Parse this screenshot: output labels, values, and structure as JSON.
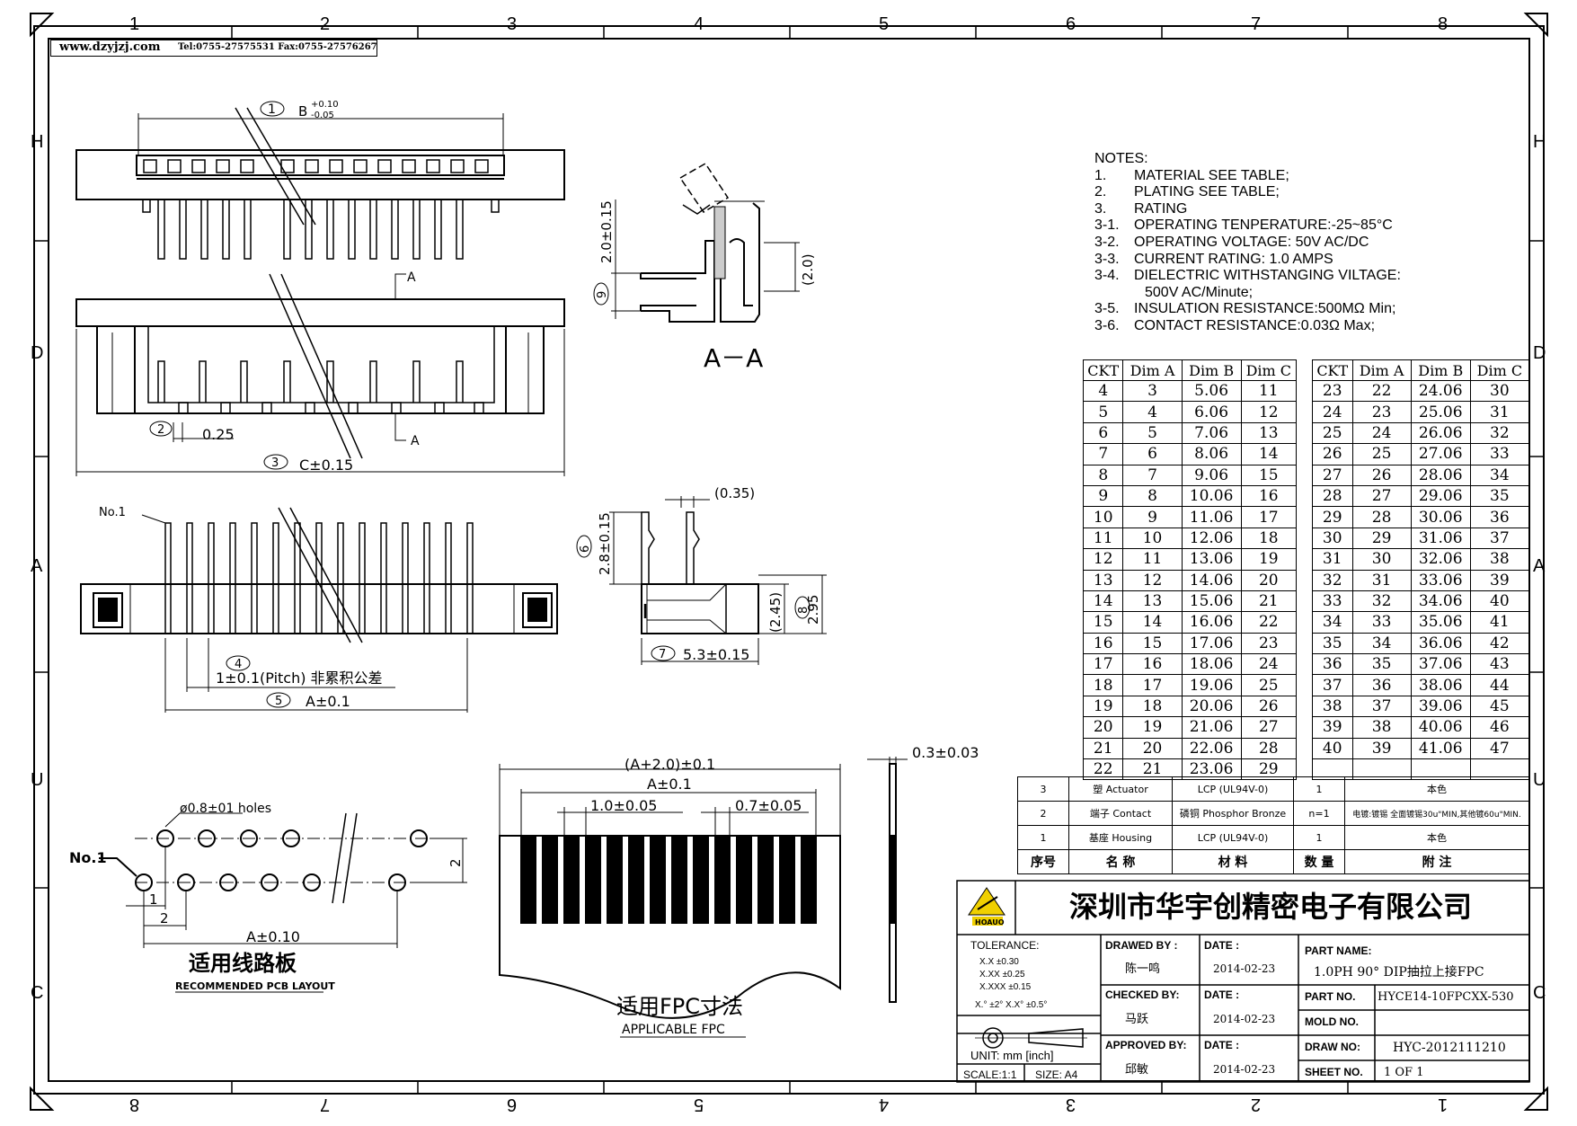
{
  "header": {
    "website": "www.dzyjzj.com",
    "contact": "Tel:0755-27575531  Fax:0755-27576267"
  },
  "border": {
    "top_numbers": [
      "1",
      "2",
      "3",
      "4",
      "5",
      "6",
      "7",
      "8"
    ],
    "bottom_numbers": [
      "8",
      "7",
      "6",
      "5",
      "4",
      "3",
      "2",
      "1"
    ],
    "left_letters": [
      "H",
      "D",
      "A",
      "U",
      "C"
    ],
    "right_letters": [
      "H",
      "D",
      "A",
      "U",
      "C"
    ]
  },
  "top_view": {
    "dim1_id": "1",
    "dim1_text": "B",
    "dim1_tol_plus": "+0.10",
    "dim1_tol_minus": "-0.05",
    "section_mark": "A",
    "dim2_id": "2",
    "dim2_text": "0.25",
    "dim3_id": "3",
    "dim3_text": "C±0.15"
  },
  "section_view": {
    "dim9_id": "9",
    "dim9_text": "2.0±0.15",
    "dim_ref": "(2.0)",
    "label": "A－A"
  },
  "front_view": {
    "no1_label": "No.1",
    "dim4_id": "4",
    "dim4_text": "1±0.1(Pitch) 非累积公差",
    "dim5_id": "5",
    "dim5_text": "A±0.1"
  },
  "side_view": {
    "dim_top": "(0.35)",
    "dim6_id": "6",
    "dim6_text": "2.8±0.15",
    "dim_245": "(2.45)",
    "dim8_id": "8",
    "dim8_text": "2.95",
    "dim7_id": "7",
    "dim7_text": "5.3±0.15"
  },
  "notes": {
    "title": "NOTES:",
    "lines": [
      {
        "num": "1.",
        "text": "MATERIAL  SEE  TABLE;"
      },
      {
        "num": "2.",
        "text": "PLATING  SEE  TABLE;"
      },
      {
        "num": "3.",
        "text": "RATING"
      },
      {
        "num": "3-1.",
        "text": "OPERATING  TENPERATURE:-25~85°C"
      },
      {
        "num": "3-2.",
        "text": "OPERATING  VOLTAGE:  50V  AC/DC"
      },
      {
        "num": "3-3.",
        "text": "CURRENT  RATING:  1.0  AMPS"
      },
      {
        "num": "3-4.",
        "text": "DIELECTRIC  WITHSTANGING  VILTAGE:"
      },
      {
        "num": "",
        "text": "500V  AC/Minute;"
      },
      {
        "num": "3-5.",
        "text": "INSULATION  RESISTANCE:500MΩ  Min;"
      },
      {
        "num": "3-6.",
        "text": "CONTACT  RESISTANCE:0.03Ω  Max;"
      }
    ]
  },
  "dim_table": {
    "headers": [
      "CKT",
      "Dim A",
      "Dim B",
      "Dim C"
    ],
    "left_rows": [
      [
        "4",
        "3",
        "5.06",
        "11"
      ],
      [
        "5",
        "4",
        "6.06",
        "12"
      ],
      [
        "6",
        "5",
        "7.06",
        "13"
      ],
      [
        "7",
        "6",
        "8.06",
        "14"
      ],
      [
        "8",
        "7",
        "9.06",
        "15"
      ],
      [
        "9",
        "8",
        "10.06",
        "16"
      ],
      [
        "10",
        "9",
        "11.06",
        "17"
      ],
      [
        "11",
        "10",
        "12.06",
        "18"
      ],
      [
        "12",
        "11",
        "13.06",
        "19"
      ],
      [
        "13",
        "12",
        "14.06",
        "20"
      ],
      [
        "14",
        "13",
        "15.06",
        "21"
      ],
      [
        "15",
        "14",
        "16.06",
        "22"
      ],
      [
        "16",
        "15",
        "17.06",
        "23"
      ],
      [
        "17",
        "16",
        "18.06",
        "24"
      ],
      [
        "18",
        "17",
        "19.06",
        "25"
      ],
      [
        "19",
        "18",
        "20.06",
        "26"
      ],
      [
        "20",
        "19",
        "21.06",
        "27"
      ],
      [
        "21",
        "20",
        "22.06",
        "28"
      ],
      [
        "22",
        "21",
        "23.06",
        "29"
      ]
    ],
    "right_rows": [
      [
        "23",
        "22",
        "24.06",
        "30"
      ],
      [
        "24",
        "23",
        "25.06",
        "31"
      ],
      [
        "25",
        "24",
        "26.06",
        "32"
      ],
      [
        "26",
        "25",
        "27.06",
        "33"
      ],
      [
        "27",
        "26",
        "28.06",
        "34"
      ],
      [
        "28",
        "27",
        "29.06",
        "35"
      ],
      [
        "29",
        "28",
        "30.06",
        "36"
      ],
      [
        "30",
        "29",
        "31.06",
        "37"
      ],
      [
        "31",
        "30",
        "32.06",
        "38"
      ],
      [
        "32",
        "31",
        "33.06",
        "39"
      ],
      [
        "33",
        "32",
        "34.06",
        "40"
      ],
      [
        "34",
        "33",
        "35.06",
        "41"
      ],
      [
        "35",
        "34",
        "36.06",
        "42"
      ],
      [
        "36",
        "35",
        "37.06",
        "43"
      ],
      [
        "37",
        "36",
        "38.06",
        "44"
      ],
      [
        "38",
        "37",
        "39.06",
        "45"
      ],
      [
        "39",
        "38",
        "40.06",
        "46"
      ],
      [
        "40",
        "39",
        "41.06",
        "47"
      ]
    ]
  },
  "bom": {
    "rows": [
      {
        "no": "3",
        "name": "塑 Actuator",
        "material": "LCP (UL94V-0)",
        "qty": "1",
        "note": "本色"
      },
      {
        "no": "2",
        "name": "端子 Contact",
        "material": "磷铜 Phosphor Bronze",
        "qty": "n=1",
        "note": "电镀:镀锡 全面镀锡30u\"MIN,其他镀60u\"MIN."
      },
      {
        "no": "1",
        "name": "基座 Housing",
        "material": "LCP (UL94V-0)",
        "qty": "1",
        "note": "本色"
      }
    ],
    "header": {
      "no": "序号",
      "name": "名  称",
      "material": "材  料",
      "qty": "数  量",
      "note": "附  注"
    }
  },
  "pcb_layout": {
    "holes_label": "ø0.8±01 holes",
    "no1_label": "No.1",
    "dim_1": "1",
    "dim_2": "2",
    "dim_side": "2",
    "dim_a": "A±0.10",
    "title_cn": "适用线路板",
    "title_en": "RECOMMENDED PCB LAYOUT"
  },
  "fpc": {
    "dim_total": "(A+2.0)±0.1",
    "dim_a": "A±0.1",
    "dim_pitch": "1.0±0.05",
    "dim_width": "0.7±0.05",
    "thickness": "0.3±0.03",
    "title_cn": "适用FPC寸法",
    "title_en": "APPLICABLE FPC"
  },
  "title_block": {
    "company": "深圳市华宇创精密电子有限公司",
    "logo_text": "HOAUO",
    "tolerance_label": "TOLERANCE:",
    "tol_rows": [
      "X.X    ±0.30",
      "X.XX   ±0.25",
      "X.XXX  ±0.15"
    ],
    "tol_angle": "X.° ±2°    X.X° ±0.5°",
    "unit": "UNIT:  mm  [inch]",
    "scale": "SCALE:1:1",
    "size": "SIZE:  A4",
    "drawn_by_label": "DRAWED  BY :",
    "drawn_by": "陈一鸣",
    "checked_by_label": "CHECKED  BY:",
    "checked_by": "马跃",
    "approved_by_label": "APPROVED  BY:",
    "approved_by": "邱敏",
    "date_label": "DATE :",
    "date1": "2014-02-23",
    "date2": "2014-02-23",
    "date3": "2014-02-23",
    "part_name_label": "PART  NAME:",
    "part_name": "1.0PH 90° DIP抽拉上接FPC",
    "part_no_label": "PART  NO.",
    "part_no": "HYCE14-10FPCXX-530",
    "mold_no_label": "MOLD  NO.",
    "mold_no": "",
    "draw_no_label": "DRAW  NO:",
    "draw_no": "HYC-2012111210",
    "sheet_no_label": "SHEET  NO.",
    "sheet_no": "1  OF  1"
  }
}
